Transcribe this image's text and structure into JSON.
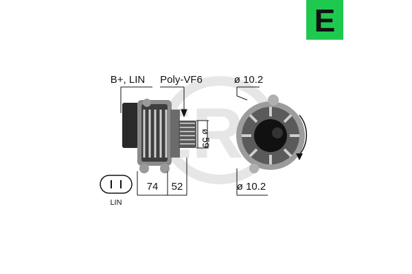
{
  "brand": {
    "badge_letter": "E",
    "badge_color": "#1fc94f",
    "watermark_text": "ERA",
    "watermark_color": "#e2e2e2"
  },
  "labels": {
    "terminal": "B+, LIN",
    "pulley": "Poly-VF6",
    "pulley_diameter": "ø 59",
    "top_bore": "ø 10.2",
    "bottom_bore": "ø 10.2",
    "dim_a": "74",
    "dim_b": "52",
    "connector": "LIN"
  },
  "icons": {
    "rotation": "rotation-arrow-icon",
    "connector": "two-pin-connector-icon",
    "side_view": "alternator-side-view-icon",
    "front_view": "alternator-front-view-icon"
  }
}
